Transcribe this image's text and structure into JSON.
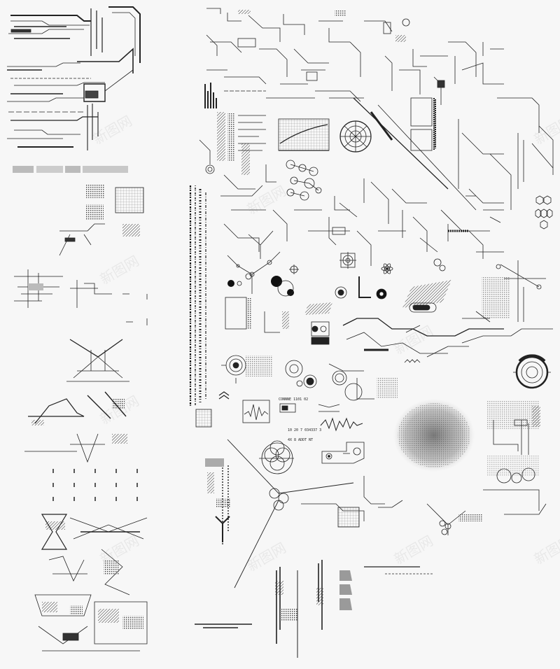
{
  "sheet": {
    "background": "#f7f7f7",
    "ink": "#222222",
    "accent_grey": "#9a9a9a"
  },
  "readouts": {
    "readout_1": "10 20 7 034337 3",
    "readout_2": "4X 8 ADDT NT",
    "readout_3": "CONNNE 1101 02"
  },
  "watermark": {
    "text": "新图网"
  },
  "icons": [
    "crosshair-icon",
    "atom-icon",
    "radar-scope-icon",
    "target-ring-icon",
    "circuit-node-icon"
  ]
}
